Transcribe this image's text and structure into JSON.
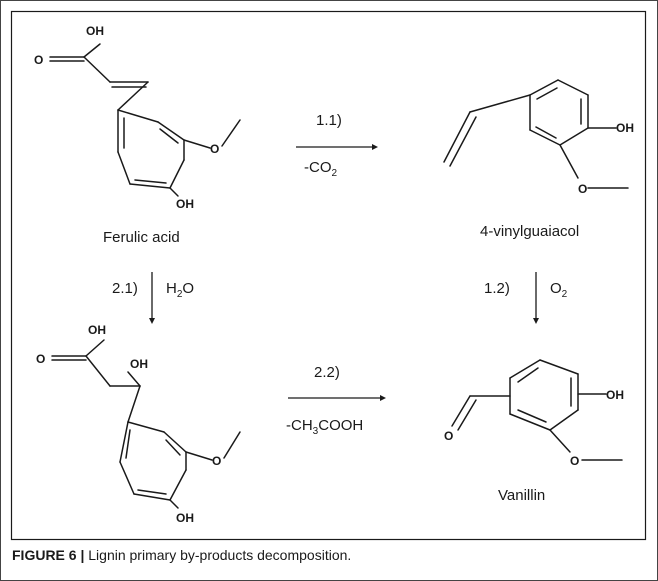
{
  "compounds": {
    "ferulic": "Ferulic acid",
    "vinylguaiacol": "4-vinylguaiacol",
    "vanillin": "Vanillin"
  },
  "atoms": {
    "oh": "OH",
    "o": "O"
  },
  "reactions": {
    "r11_label": "1.1)",
    "r11_reagent_pre": "-CO",
    "r11_reagent_sub": "2",
    "r12_label": "1.2)",
    "r12_reagent_pre": "O",
    "r12_reagent_sub": "2",
    "r21_label": "2.1)",
    "r21_reagent_pre": "H",
    "r21_reagent_sub": "2",
    "r21_reagent_post": "O",
    "r22_label": "2.2)",
    "r22_reagent_pre": "-CH",
    "r22_reagent_sub": "3",
    "r22_reagent_post": "COOH"
  },
  "caption": {
    "label": "FIGURE 6 |",
    "text": " Lignin primary by-products decomposition."
  }
}
